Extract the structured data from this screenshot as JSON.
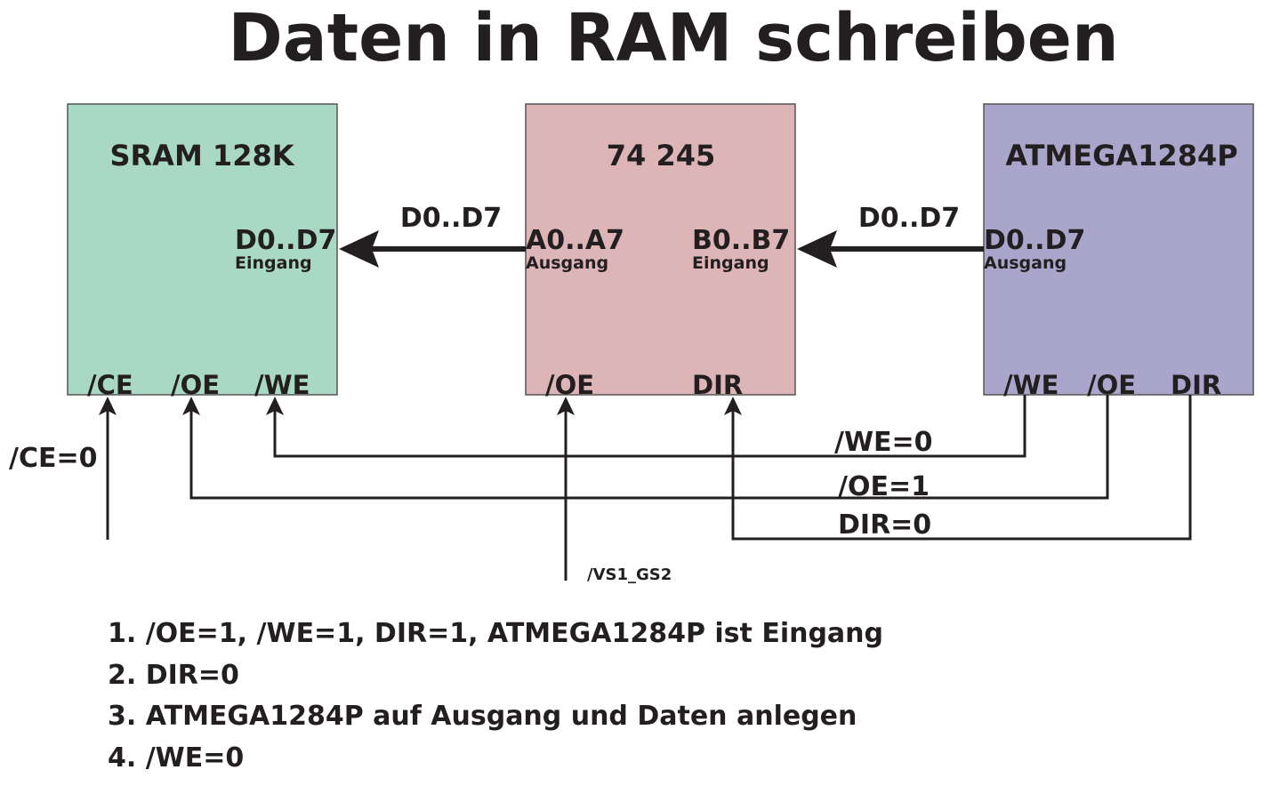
{
  "title": "Daten in RAM schreiben",
  "colors": {
    "sram": "#a9d9c4",
    "buffer": "#ddb5b7",
    "mcu": "#aaa6cb",
    "ink": "#231f20"
  },
  "chips": {
    "sram": {
      "name": "SRAM 128K",
      "port": "D0..D7",
      "port_mode": "Eingang",
      "pins": [
        "/CE",
        "/OE",
        "/WE"
      ]
    },
    "buffer": {
      "name": "74 245",
      "port_a": "A0..A7",
      "port_a_mode": "Ausgang",
      "port_b": "B0..B7",
      "port_b_mode": "Eingang",
      "pins": [
        "/OE",
        "DIR"
      ]
    },
    "mcu": {
      "name": "ATMEGA1284P",
      "port": "D0..D7",
      "port_mode": "Ausgang",
      "pins": [
        "/WE",
        "/OE",
        "DIR"
      ]
    }
  },
  "buses": {
    "left": "D0..D7",
    "right": "D0..D7"
  },
  "signals": {
    "ce": "/CE=0",
    "we": "/WE=0",
    "oe": "/OE=1",
    "dir": "DIR=0",
    "buffer_oe_source": "/VS1_GS2"
  },
  "steps": [
    "1. /OE=1, /WE=1, DIR=1, ATMEGA1284P ist Eingang",
    "2. DIR=0",
    "3. ATMEGA1284P auf Ausgang und Daten anlegen",
    "4. /WE=0"
  ]
}
